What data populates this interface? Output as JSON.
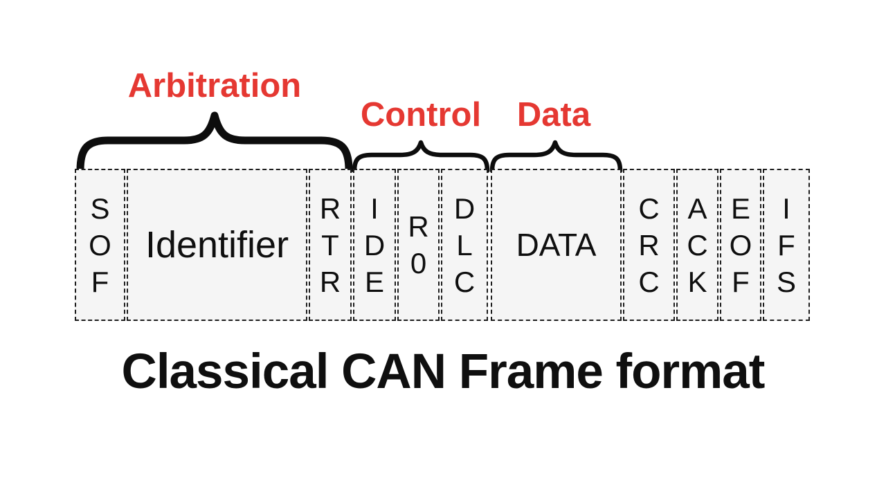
{
  "diagram": {
    "title": "Classical CAN Frame format",
    "groups": [
      {
        "name": "arbitration",
        "label": "Arbitration"
      },
      {
        "name": "control",
        "label": "Control"
      },
      {
        "name": "data",
        "label": "Data"
      }
    ],
    "fields": [
      {
        "name": "sof",
        "label": "SOF",
        "orientation": "vertical"
      },
      {
        "name": "identifier",
        "label": "Identifier",
        "orientation": "horizontal"
      },
      {
        "name": "rtr",
        "label": "RTR",
        "orientation": "vertical"
      },
      {
        "name": "ide",
        "label": "IDE",
        "orientation": "vertical"
      },
      {
        "name": "r0",
        "label": "R0",
        "orientation": "vertical"
      },
      {
        "name": "dlc",
        "label": "DLC",
        "orientation": "vertical"
      },
      {
        "name": "data",
        "label": "DATA",
        "orientation": "horizontal"
      },
      {
        "name": "crc",
        "label": "CRC",
        "orientation": "vertical"
      },
      {
        "name": "ack",
        "label": "ACK",
        "orientation": "vertical"
      },
      {
        "name": "eof",
        "label": "EOF",
        "orientation": "vertical"
      },
      {
        "name": "ifs",
        "label": "IFS",
        "orientation": "vertical"
      }
    ],
    "colors": {
      "background": "#ffffff",
      "group_label": "#e53832",
      "text": "#0f0f0f",
      "brace": "#0d0d0d",
      "box_fill": "#f5f5f5",
      "box_border": "#1c1c1c"
    }
  }
}
